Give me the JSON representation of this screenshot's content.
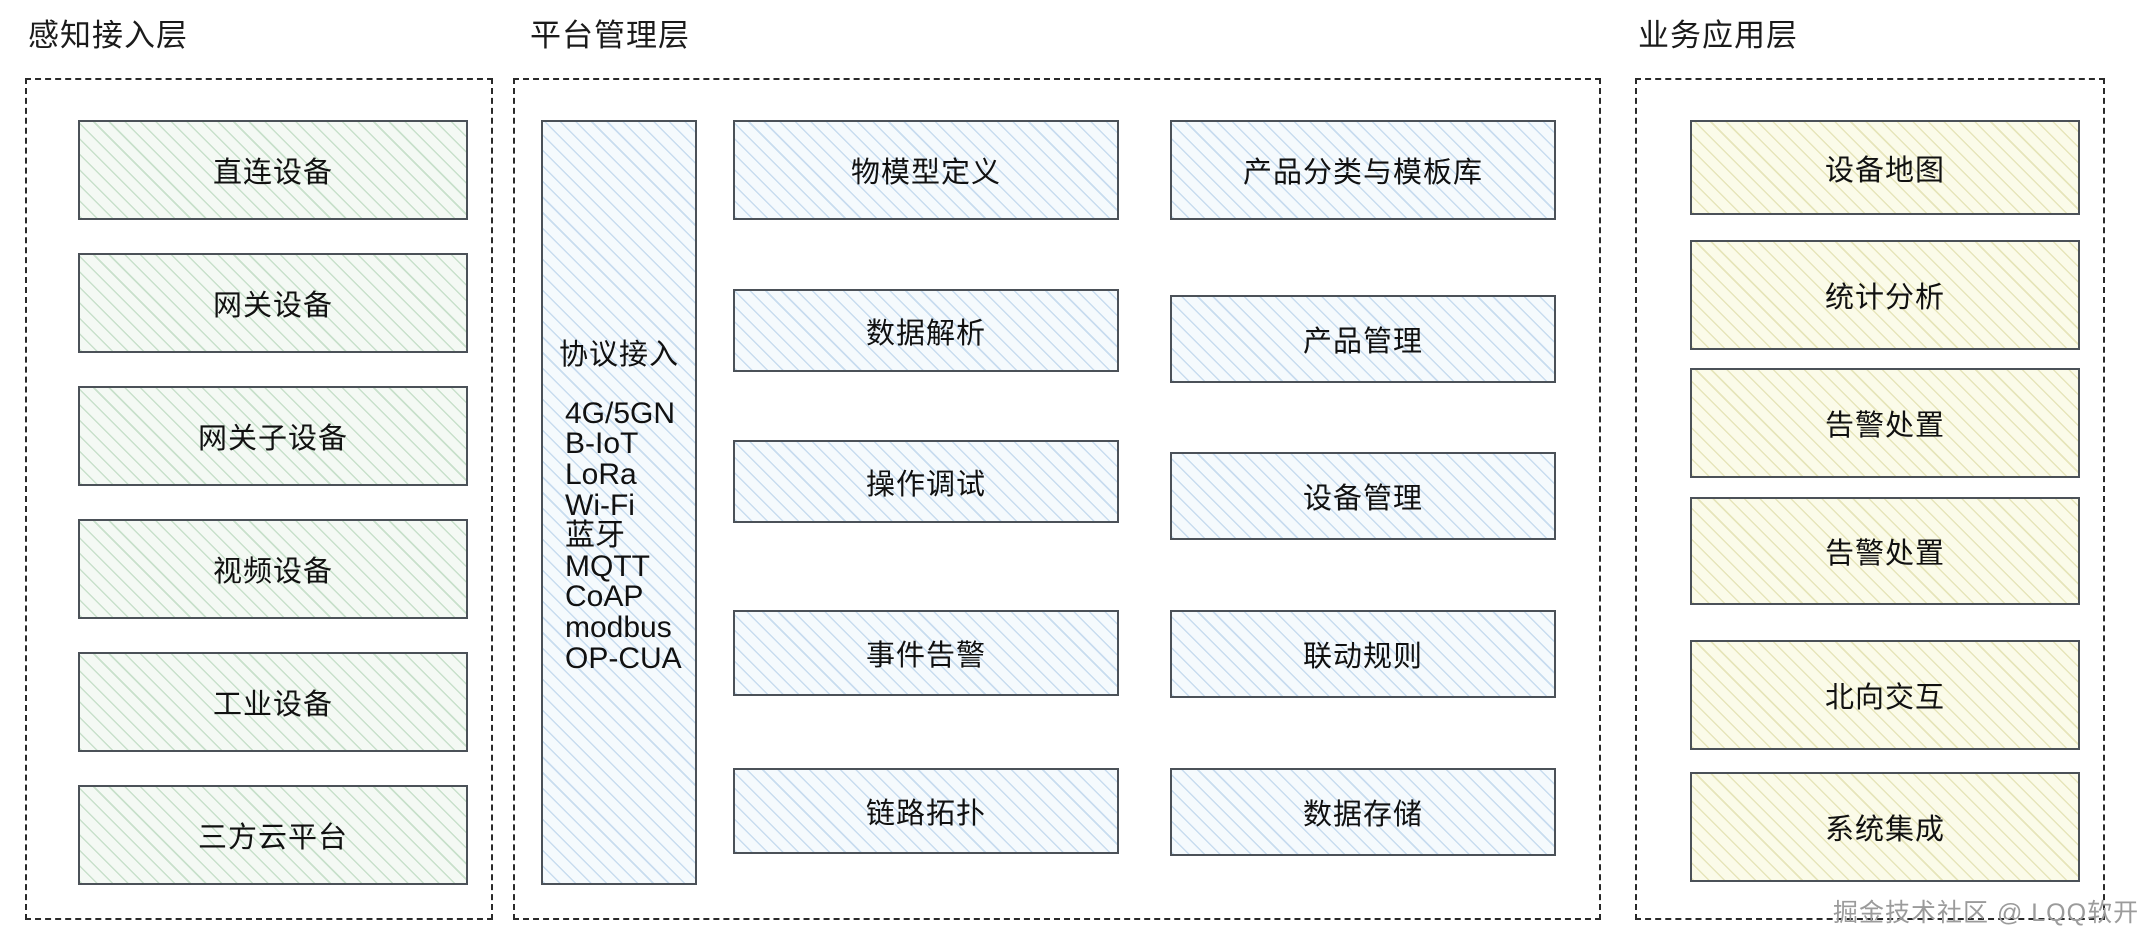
{
  "diagram": {
    "title_perception": "感知接入层",
    "title_platform": "平台管理层",
    "title_business": "业务应用层"
  },
  "perception_layer": {
    "title": "感知接入层",
    "nodes": [
      {
        "label": "直连设备"
      },
      {
        "label": "网关设备"
      },
      {
        "label": "网关子设备"
      },
      {
        "label": "视频设备"
      },
      {
        "label": "工业设备"
      },
      {
        "label": "三方云平台"
      }
    ]
  },
  "platform_layer": {
    "title": "平台管理层",
    "protocol": {
      "title": "协议接入",
      "items": [
        "4G/5GN",
        "B-IoT",
        "LoRa",
        "Wi-Fi",
        "蓝牙",
        "MQTT",
        "CoAP",
        "modbus",
        "OP-CUA"
      ]
    },
    "column_one": [
      {
        "label": "物模型定义"
      },
      {
        "label": "数据解析"
      },
      {
        "label": "操作调试"
      },
      {
        "label": "事件告警"
      },
      {
        "label": "链路拓扑"
      }
    ],
    "column_two": [
      {
        "label": "产品分类与模板库"
      },
      {
        "label": "产品管理"
      },
      {
        "label": "设备管理"
      },
      {
        "label": "联动规则"
      },
      {
        "label": "数据存储"
      }
    ]
  },
  "business_layer": {
    "title": "业务应用层",
    "nodes": [
      {
        "label": "设备地图"
      },
      {
        "label": "统计分析"
      },
      {
        "label": "告警处置"
      },
      {
        "label": "告警处置"
      },
      {
        "label": "北向交互"
      },
      {
        "label": "系统集成"
      }
    ]
  },
  "watermark": {
    "text": "掘金技术社区 @ LQQ软开"
  },
  "colors": {
    "green_fill": "#f4f9f4",
    "green_hatch": "#74af7b",
    "blue_fill": "#f5fafd",
    "blue_hatch": "#78a7d6",
    "yellow_fill": "#fbfbe9",
    "yellow_hatch": "#c2be68",
    "node_border": "#4b5158",
    "dash_border": "#2a2a2a",
    "text": "#111111",
    "watermark": "#9b9b9b"
  }
}
